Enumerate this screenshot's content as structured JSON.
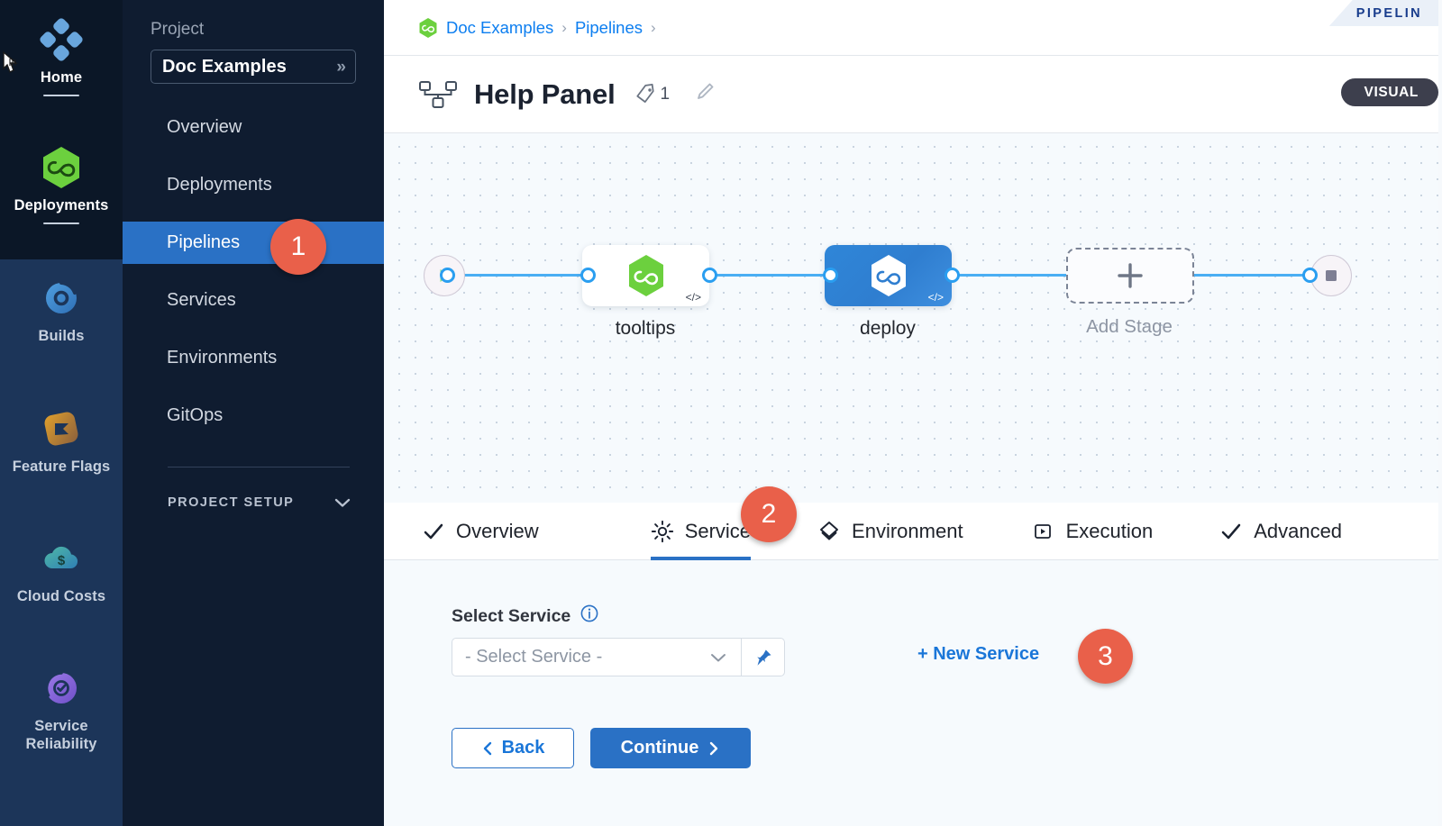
{
  "rail": {
    "items": [
      {
        "label": "Home",
        "icon": "home-grid-icon",
        "active": true,
        "underline": true
      },
      {
        "label": "Deployments",
        "icon": "deployments-infinity-icon",
        "active": true,
        "underline": true
      },
      {
        "label": "Builds",
        "icon": "builds-icon",
        "active": false,
        "underline": false
      },
      {
        "label": "Feature Flags",
        "icon": "feature-flags-icon",
        "active": false,
        "underline": false
      },
      {
        "label": "Cloud Costs",
        "icon": "cloud-costs-icon",
        "active": false,
        "underline": false
      },
      {
        "label": "Service Reliability",
        "icon": "service-reliability-icon",
        "active": false,
        "underline": false
      }
    ]
  },
  "sidebar": {
    "section_label": "Project",
    "project_name": "Doc Examples",
    "project_chevron": "»",
    "nav": [
      {
        "label": "Overview",
        "active": false
      },
      {
        "label": "Deployments",
        "active": false
      },
      {
        "label": "Pipelines",
        "active": true
      },
      {
        "label": "Services",
        "active": false
      },
      {
        "label": "Environments",
        "active": false
      },
      {
        "label": "GitOps",
        "active": false
      }
    ],
    "setup_label": "PROJECT SETUP"
  },
  "breadcrumb": {
    "icon": "project-infinity-icon",
    "items": [
      "Doc Examples",
      "Pipelines"
    ],
    "separator": "›"
  },
  "header": {
    "icon": "pipeline-nodes-icon",
    "title": "Help Panel",
    "tag_icon": "tag-icon",
    "tag_count": "1",
    "edit_icon": "pencil-icon",
    "mode_badge": "VISUAL",
    "corner_tab": "PIPELIN"
  },
  "pipeline": {
    "start_node": "start-play-node",
    "end_node": "end-stop-node",
    "stages": [
      {
        "name": "tooltips",
        "type": "white",
        "icon": "harness-hex-green-icon",
        "code_mark": "</>"
      },
      {
        "name": "deploy",
        "type": "blue",
        "icon": "harness-hex-white-icon",
        "code_mark": "</>"
      },
      {
        "name": "Add Stage",
        "type": "add",
        "icon": "plus-icon",
        "code_mark": ""
      }
    ]
  },
  "tabs": [
    {
      "label": "Overview",
      "icon": "check-icon",
      "active": false
    },
    {
      "label": "Service",
      "icon": "gear-icon",
      "active": true
    },
    {
      "label": "Environment",
      "icon": "layers-icon",
      "active": false
    },
    {
      "label": "Execution",
      "icon": "play-box-icon",
      "active": false
    },
    {
      "label": "Advanced",
      "icon": "check-icon",
      "active": false
    }
  ],
  "form": {
    "field_label": "Select Service",
    "info_icon": "info-icon",
    "select_placeholder": "- Select Service -",
    "select_value": "",
    "chevron_icon": "chevron-down-icon",
    "pin_icon": "pin-icon",
    "new_service_label": "+ New Service",
    "back_label": "Back",
    "continue_label": "Continue"
  },
  "callouts": [
    {
      "number": "1",
      "target": "sidebar-item-pipelines"
    },
    {
      "number": "2",
      "target": "tab-service"
    },
    {
      "number": "3",
      "target": "new-service-link"
    }
  ],
  "colors": {
    "accent_blue": "#2a71c5",
    "link_blue": "#1a76d8",
    "callout_red": "#e9604a",
    "rail_dark": "#0b1727",
    "rail_navy": "#1c3559",
    "sidebar_navy": "#0f1c30",
    "canvas_bg": "#f6fafd"
  }
}
